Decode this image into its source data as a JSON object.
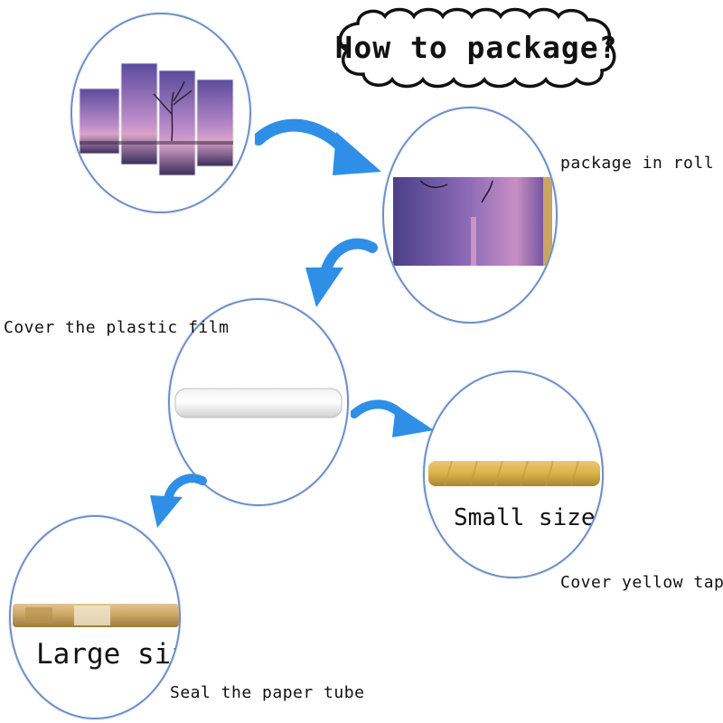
{
  "title": "How to package?",
  "steps": [
    {
      "caption": ""
    },
    {
      "caption": "package in roll"
    },
    {
      "caption": "Cover the plastic film"
    },
    {
      "caption": "Cover yellow tape",
      "inner_label": "Small size"
    },
    {
      "caption": "Seal the paper tube",
      "inner_label": "Large size"
    }
  ],
  "colors": {
    "circle_border": "#6f8fc8",
    "arrow": "#2f8fe6",
    "canvas_purple": "#7b4fa6",
    "yellow_tape": "#d9b24a",
    "paper_tube": "#c9a463"
  }
}
